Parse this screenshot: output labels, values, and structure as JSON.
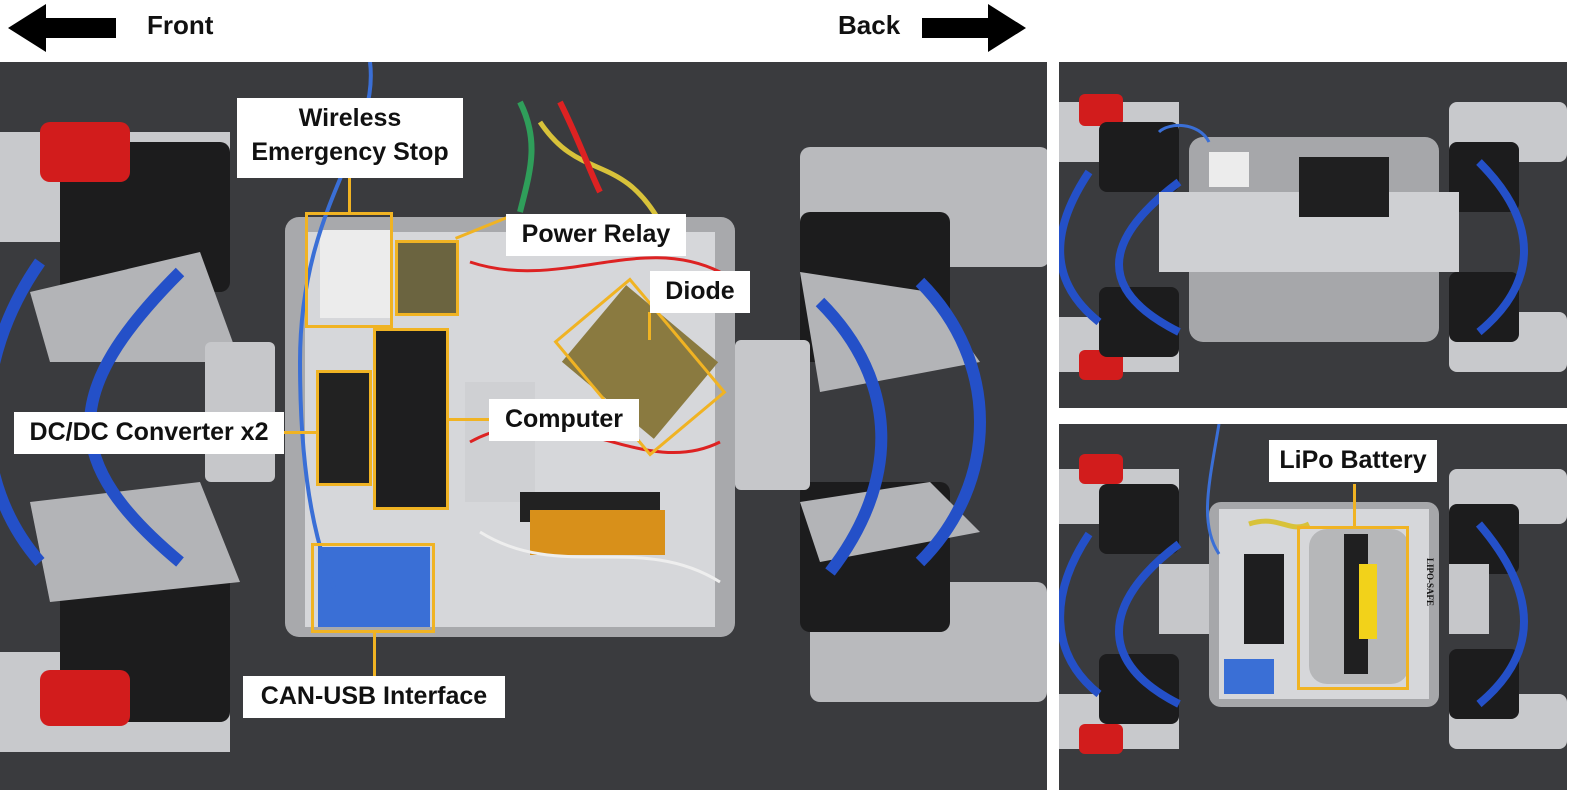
{
  "header": {
    "front_label": "Front",
    "back_label": "Back"
  },
  "main_photo": {
    "callouts": {
      "wireless_estop": "Wireless\nEmergency Stop",
      "power_relay": "Power Relay",
      "diode": "Diode",
      "dcdc": "DC/DC Converter x2",
      "computer": "Computer",
      "can_usb": "CAN-USB Interface"
    }
  },
  "side_photo_bottom": {
    "callouts": {
      "lipo": "LiPo Battery"
    },
    "battery_print": "LIPO-SAFE"
  },
  "colors": {
    "highlight": "#f0b323",
    "carpet": "#3a3b3e",
    "cable": "#2450c8"
  }
}
